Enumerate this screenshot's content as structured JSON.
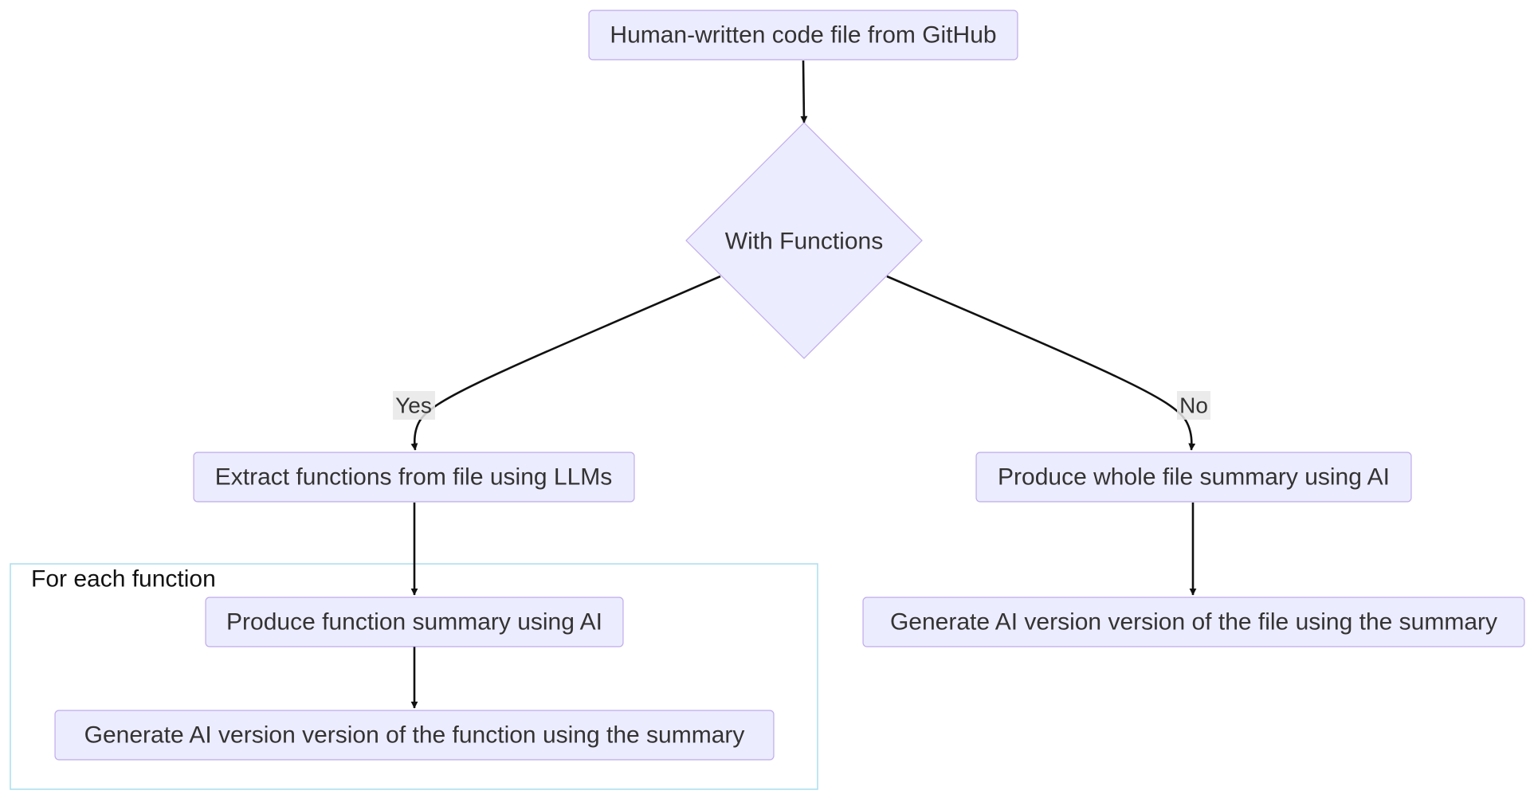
{
  "diagram": {
    "nodes": {
      "source": "Human-written code file from GitHub",
      "decision": "With Functions",
      "extract": "Extract functions from file using LLMs",
      "whole_summary": "Produce whole file summary using AI",
      "func_summary": "Produce function summary using AI",
      "gen_function": "Generate AI version version of the function using the summary",
      "gen_file": "Generate AI version version of the file using the summary"
    },
    "edges": {
      "yes_label": "Yes",
      "no_label": "No"
    },
    "cluster": {
      "title": "For each function"
    },
    "colors": {
      "node_fill": "#ECECFF",
      "node_stroke": "#9370DB",
      "edge": "#111111",
      "cluster_stroke": "#AADDEE",
      "text": "#333333"
    }
  }
}
